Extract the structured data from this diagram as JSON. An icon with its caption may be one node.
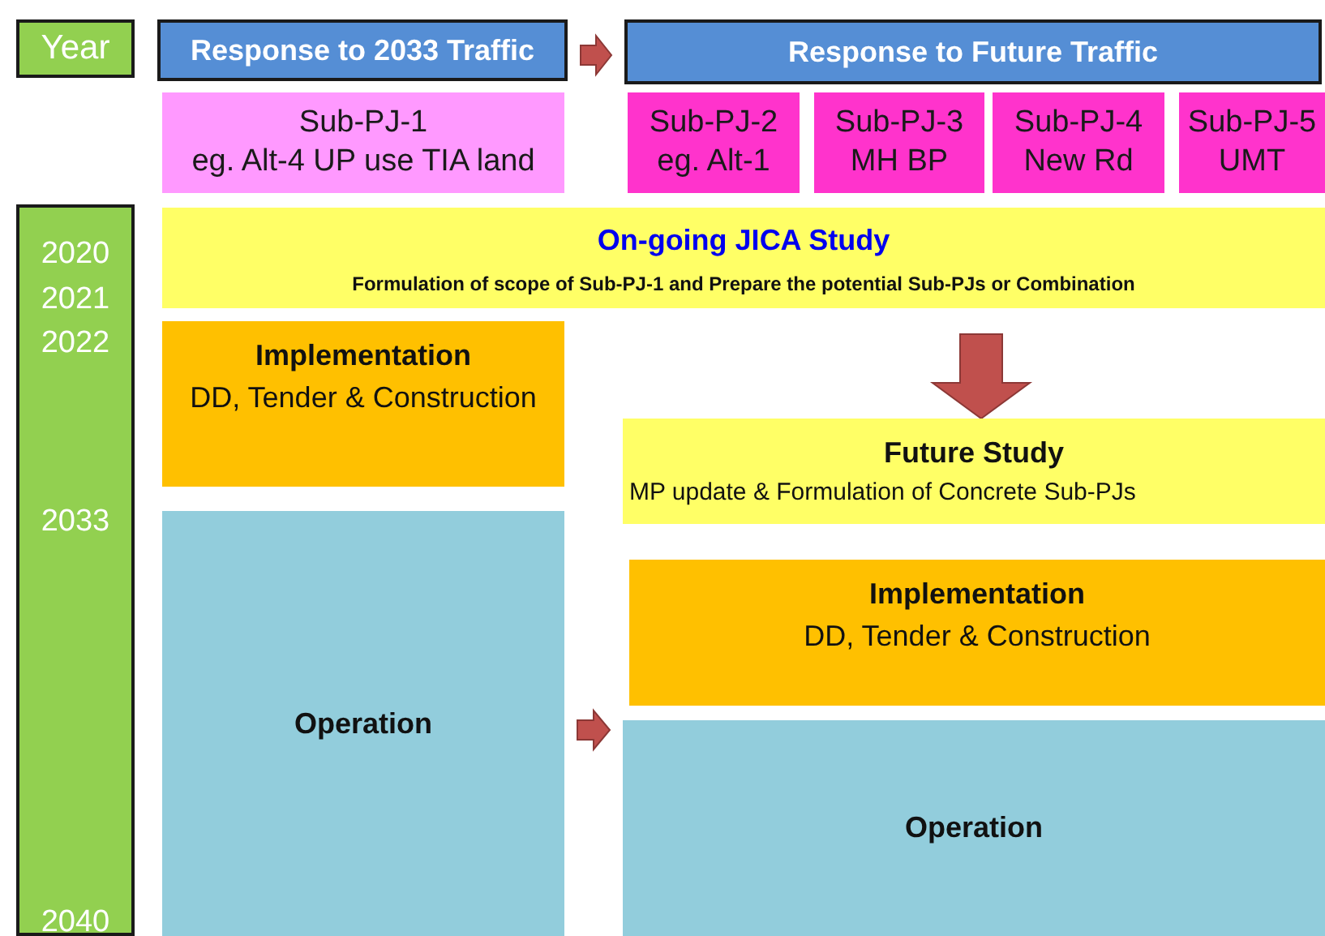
{
  "diagram": {
    "nodes": [
      {
        "text": [
          "Year"
        ]
      },
      {
        "text": [
          "Response to 2033 Traffic"
        ]
      },
      {
        "text": [
          "Response to Future Traffic"
        ]
      },
      {
        "text": [
          "Sub-PJ-1",
          "eg. Alt-4 UP use TIA land"
        ]
      },
      {
        "text": [
          "Sub-PJ-2",
          "eg. Alt-1"
        ]
      },
      {
        "text": [
          "Sub-PJ-3",
          "MH BP"
        ]
      },
      {
        "text": [
          "Sub-PJ-4",
          "New Rd"
        ]
      },
      {
        "text": [
          "Sub-PJ-5",
          "UMT"
        ]
      },
      {
        "text": [
          "2020",
          "2021",
          "2022",
          "2033",
          "2040"
        ]
      },
      {
        "text": [
          "On-going JICA Study",
          "Formulation of scope of Sub-PJ-1 and Prepare the potential Sub-PJs or Combination"
        ]
      },
      {
        "text": [
          "Implementation",
          "DD, Tender & Construction"
        ]
      },
      {
        "text": [
          "Operation"
        ]
      },
      {
        "text": [
          "Future Study",
          "MP update & Formulation of Concrete Sub-PJs"
        ]
      },
      {
        "text": [
          "Implementation",
          "DD, Tender & Construction"
        ]
      },
      {
        "text": [
          "Operation"
        ]
      }
    ],
    "edges": [
      {
        "from": 1,
        "to": 2,
        "arrow": "to"
      },
      {
        "from": 9,
        "to": 12,
        "arrow": "to"
      },
      {
        "from": 11,
        "to": 14,
        "arrow": "to"
      }
    ]
  }
}
